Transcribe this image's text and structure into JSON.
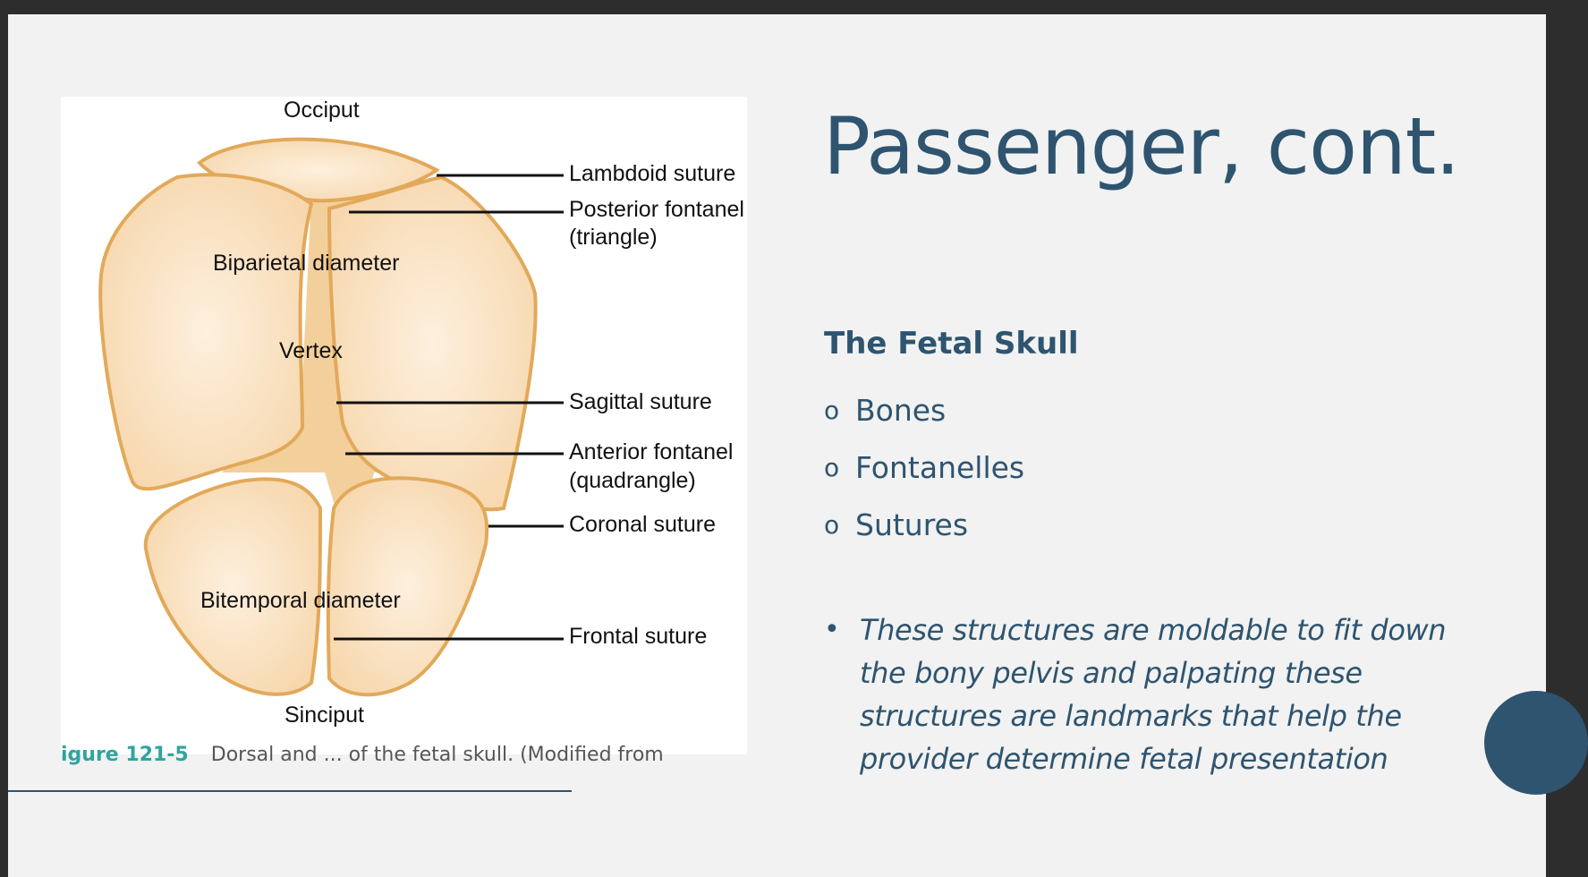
{
  "slide": {
    "title": "Passenger, cont.",
    "subhead": "The Fetal Skull",
    "bullet_mark": "o",
    "bullets": [
      "Bones",
      "Fontanelles",
      "Sutures"
    ],
    "note_mark": "•",
    "note": "These structures are moldable to fit down the bony pelvis and palpating these structures are landmarks that help the provider determine fetal presentation"
  },
  "figure": {
    "labels": {
      "occiput": "Occiput",
      "lambdoid": "Lambdoid suture",
      "posterior_1": "Posterior fontanel",
      "posterior_2": "(triangle)",
      "biparietal": "Biparietal diameter",
      "vertex": "Vertex",
      "sagittal": "Sagittal suture",
      "anterior_1": "Anterior fontanel",
      "anterior_2": "(quadrangle)",
      "coronal": "Coronal suture",
      "bitemporal": "Bitemporal diameter",
      "frontal": "Frontal suture",
      "sinciput": "Sinciput"
    },
    "caption_number": "igure 121-5",
    "caption_text": "Dorsal and ... of the fetal skull. (Modified from"
  },
  "colors": {
    "title": "#2e5470",
    "bone_fill": "#fbe3c4",
    "bone_stroke": "#e2a95a",
    "slide_bg": "#f1f2f1"
  }
}
